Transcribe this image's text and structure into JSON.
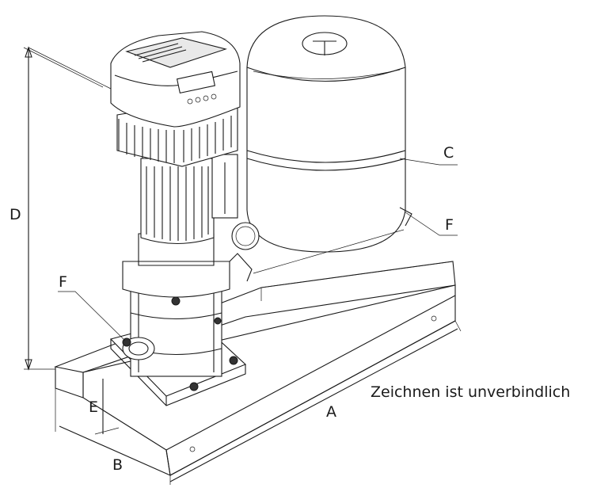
{
  "labels": {
    "A": "A",
    "B": "B",
    "C": "C",
    "D": "D",
    "E": "E",
    "F_left": "F",
    "F_right": "F"
  },
  "note": "Zeichnen ist unverbindlich",
  "colors": {
    "line": "#1a1a1a",
    "background": "#ffffff",
    "shade": "#e9e9e9"
  },
  "icons": {
    "vessel": "pressure-vessel-icon",
    "pump": "vertical-pump-icon",
    "controller": "controller-icon"
  }
}
